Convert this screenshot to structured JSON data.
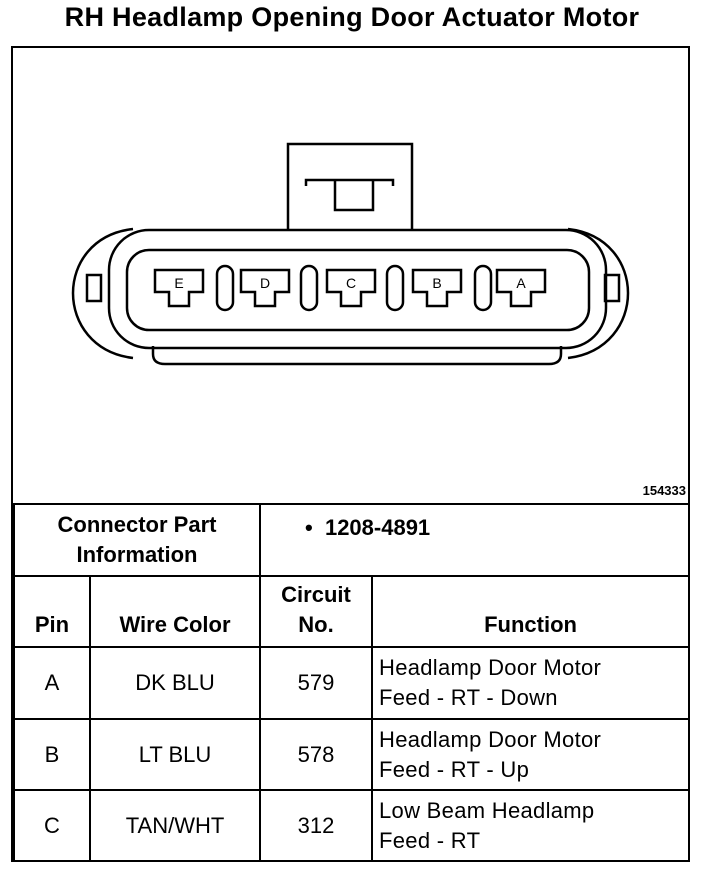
{
  "title": "RH Headlamp Opening Door Actuator Motor",
  "figure_number": "154333",
  "pin_letters": [
    "E",
    "D",
    "C",
    "B",
    "A"
  ],
  "connector_info": {
    "label_line1": "Connector Part",
    "label_line2": "Information",
    "bullet": "•",
    "part_number": "1208-4891"
  },
  "columns": {
    "pin": "Pin",
    "wire_color": "Wire Color",
    "circuit_line1": "Circuit",
    "circuit_line2": "No.",
    "function": "Function"
  },
  "rows": [
    {
      "pin": "A",
      "wire_color": "DK BLU",
      "circuit": "579",
      "function_line1": "Headlamp Door Motor",
      "function_line2": "Feed - RT - Down"
    },
    {
      "pin": "B",
      "wire_color": "LT BLU",
      "circuit": "578",
      "function_line1": "Headlamp Door Motor",
      "function_line2": "Feed - RT - Up"
    },
    {
      "pin": "C",
      "wire_color": "TAN/WHT",
      "circuit": "312",
      "function_line1": "Low Beam Headlamp",
      "function_line2": "Feed - RT"
    }
  ]
}
